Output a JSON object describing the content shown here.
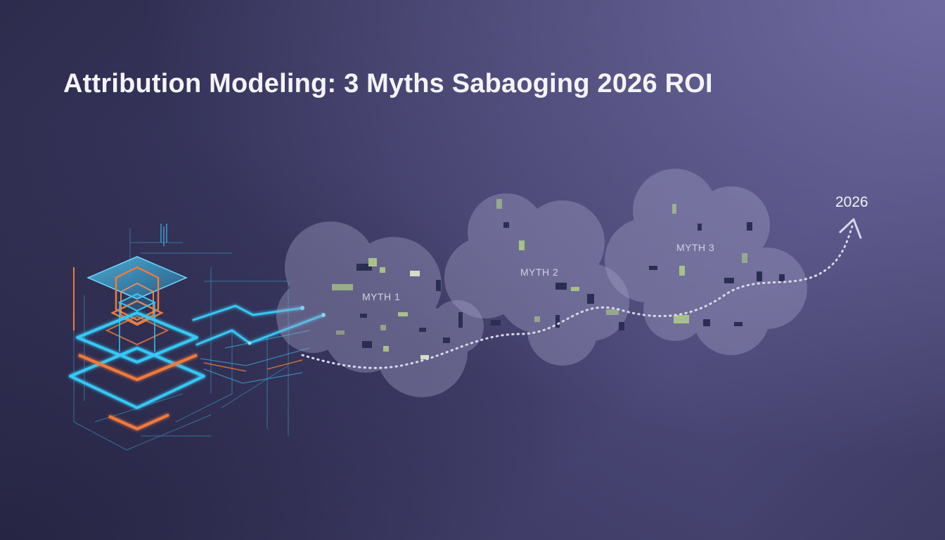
{
  "headline": "Attribution Modeling: 3 Myths Sabaoging 2026 ROI",
  "clouds": [
    {
      "label": "MYTH 1"
    },
    {
      "label": "MYTH 2"
    },
    {
      "label": "MYTH 3"
    }
  ],
  "timeline_end_label": "2026",
  "colors": {
    "background_dark": "#2d2c4d",
    "background_light": "#6f6aa0",
    "cyan_accent": "#34c8f5",
    "orange_accent": "#f07a3c",
    "cloud_fill": "#a5a3c8",
    "pixel_green": "#a8c08a"
  },
  "icons": [
    "layered-circuit-stack-icon",
    "myth-cloud-icon",
    "dotted-path-arrow-icon"
  ]
}
